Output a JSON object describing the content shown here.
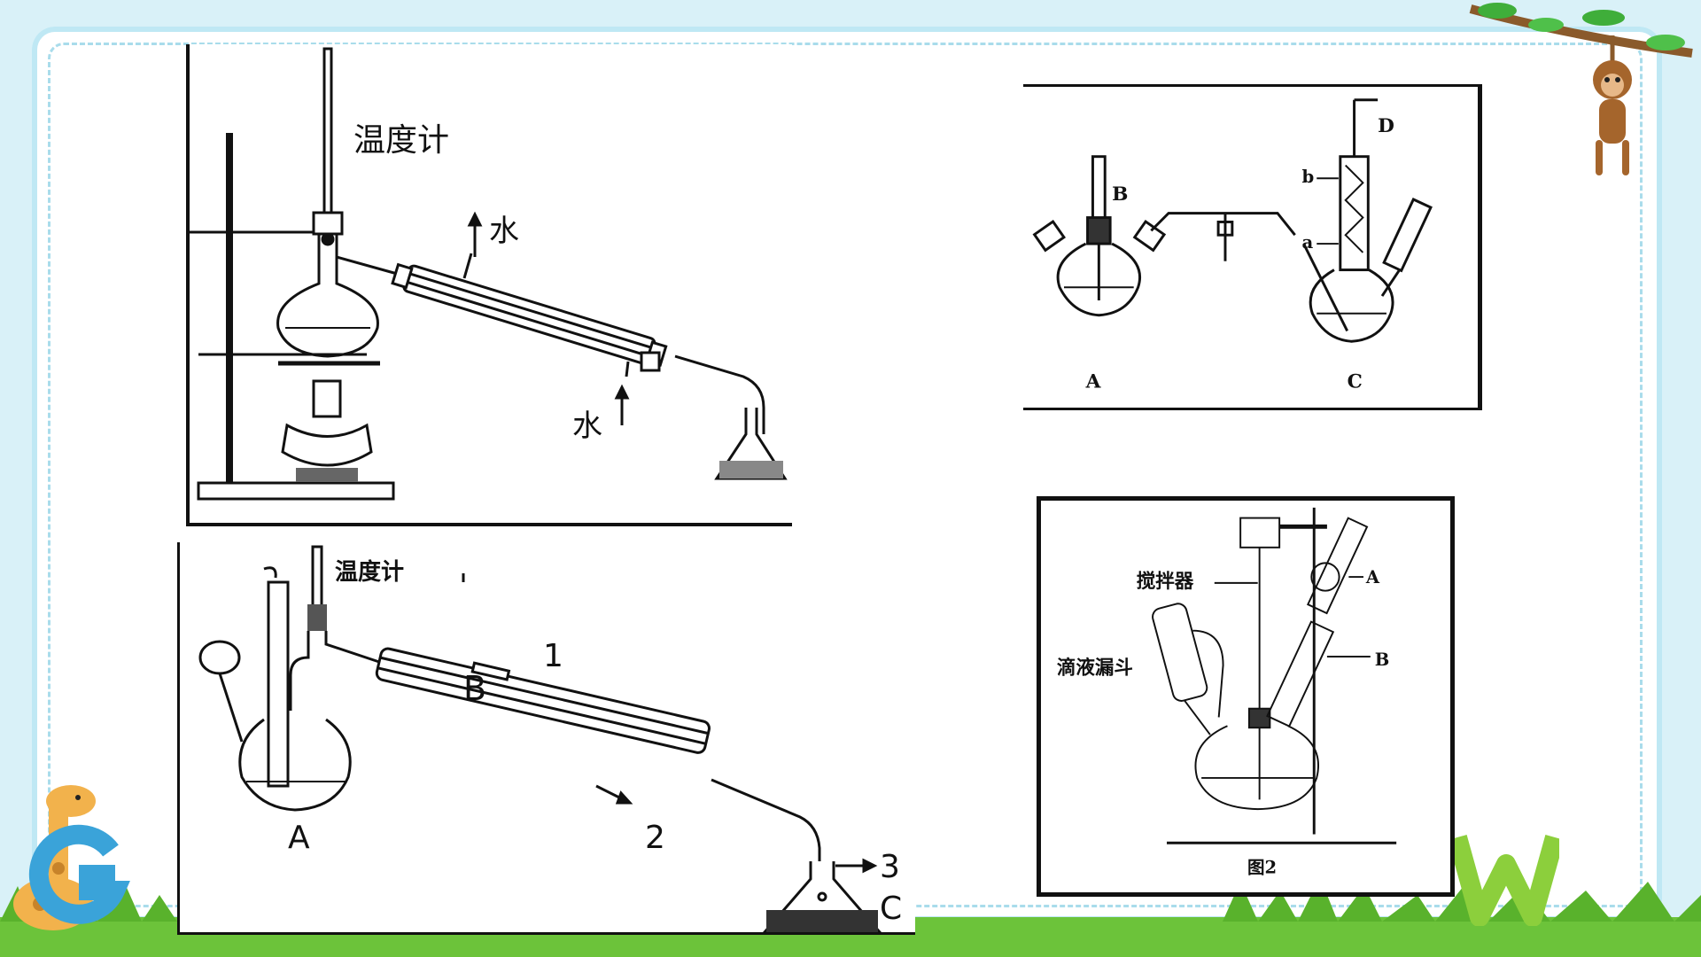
{
  "slide": {
    "colors": {
      "sky": "#d9f1f8",
      "border": "#a9dceb",
      "grass": "#6cc33a",
      "line": "#111111"
    }
  },
  "diagram1": {
    "thermometer_label": "温度计",
    "water_out_label": "水",
    "water_in_label": "水"
  },
  "diagram2": {
    "thermometer_label": "温度计",
    "label_A": "A",
    "label_B": "B",
    "label_C": "C",
    "label_1": "1",
    "label_2": "2",
    "label_3": "3"
  },
  "diagram3": {
    "label_A": "A",
    "label_B": "B",
    "label_C": "C",
    "label_D": "D",
    "label_a": "a",
    "label_b": "b"
  },
  "diagram4": {
    "stirrer_label": "搅拌器",
    "dropping_funnel_label": "滴液漏斗",
    "label_A": "A",
    "label_B": "B",
    "caption": "图2"
  },
  "decor": {
    "icons": [
      "monkey-icon",
      "giraffe-icon",
      "grass-icon",
      "letter-w-icon",
      "letter-g-icon",
      "branch-icon"
    ]
  }
}
